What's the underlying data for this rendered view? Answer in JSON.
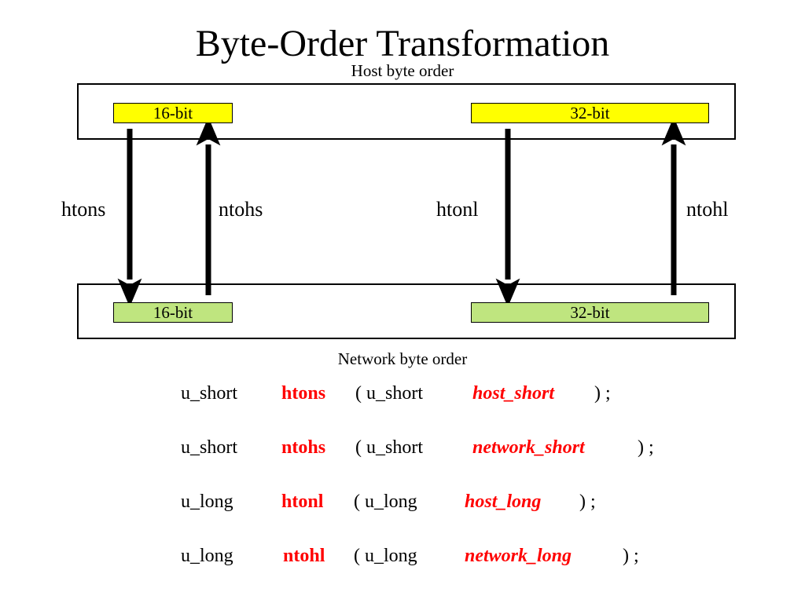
{
  "title": "Byte-Order Transformation",
  "colors": {
    "host_fill": "#ffff00",
    "net_fill": "#bfe57f",
    "accent": "#ff0000"
  },
  "host": {
    "caption": "Host byte order",
    "left_box": "16-bit",
    "right_box": "32-bit"
  },
  "network": {
    "caption": "Network byte order",
    "left_box": "16-bit",
    "right_box": "32-bit"
  },
  "arrows": {
    "htons": "htons",
    "ntohs": "ntohs",
    "htonl": "htonl",
    "ntohl": "ntohl"
  },
  "prototypes": [
    {
      "ret": "u_short",
      "func": "htons",
      "open": "( u_short",
      "param": "host_short",
      "close": ") ;"
    },
    {
      "ret": "u_short",
      "func": "ntohs",
      "open": "( u_short",
      "param": "network_short",
      "close": ") ;"
    },
    {
      "ret": "u_long",
      "func": "htonl",
      "open": "( u_long",
      "param": "host_long",
      "close": ") ;"
    },
    {
      "ret": "u_long",
      "func": "ntohl",
      "open": "( u_long",
      "param": "network_long",
      "close": ") ;"
    }
  ]
}
